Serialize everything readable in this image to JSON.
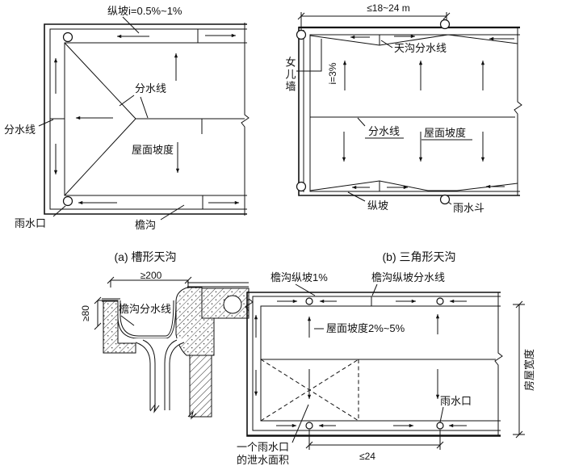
{
  "figure": {
    "background": "#ffffff",
    "line_color": "#111111",
    "diagram_a": {
      "caption": "(a) 槽形天沟",
      "slope_label": "纵坡i=0.5%~1%",
      "divide_line_label_top": "分水线",
      "divide_line_label_left": "分水线",
      "roof_slope_label": "屋面坡度",
      "rain_inlet_label": "雨水口",
      "eave_gutter_label": "檐沟"
    },
    "diagram_b": {
      "caption": "(b) 三角形天沟",
      "span_dim": "≤18~24 m",
      "gutter_divide_label": "天沟分水线",
      "parapet_label": "女儿墙",
      "parapet_slope_label": "i=3%",
      "divide_line_label": "分水线",
      "roof_slope_label": "屋面坡度",
      "longitudinal_slope_label": "纵坡",
      "rain_hopper_label": "雨水斗"
    },
    "detail": {
      "width_dim": "≥200",
      "depth_dim": "≥80",
      "gutter_divide_label": "檐沟分水线"
    },
    "plan": {
      "eave_slope_label": "檐沟纵坡1%",
      "eave_divide_label": "檐沟纵坡分水线",
      "roof_slope_label": "屋面坡度2%~5%",
      "rain_inlet_label": "雨水口",
      "drain_area_label_line1": "一个雨水口",
      "drain_area_label_line2": "的泄水面积",
      "spacing_dim": "≤24",
      "house_width_label": "房屋宽度"
    }
  }
}
